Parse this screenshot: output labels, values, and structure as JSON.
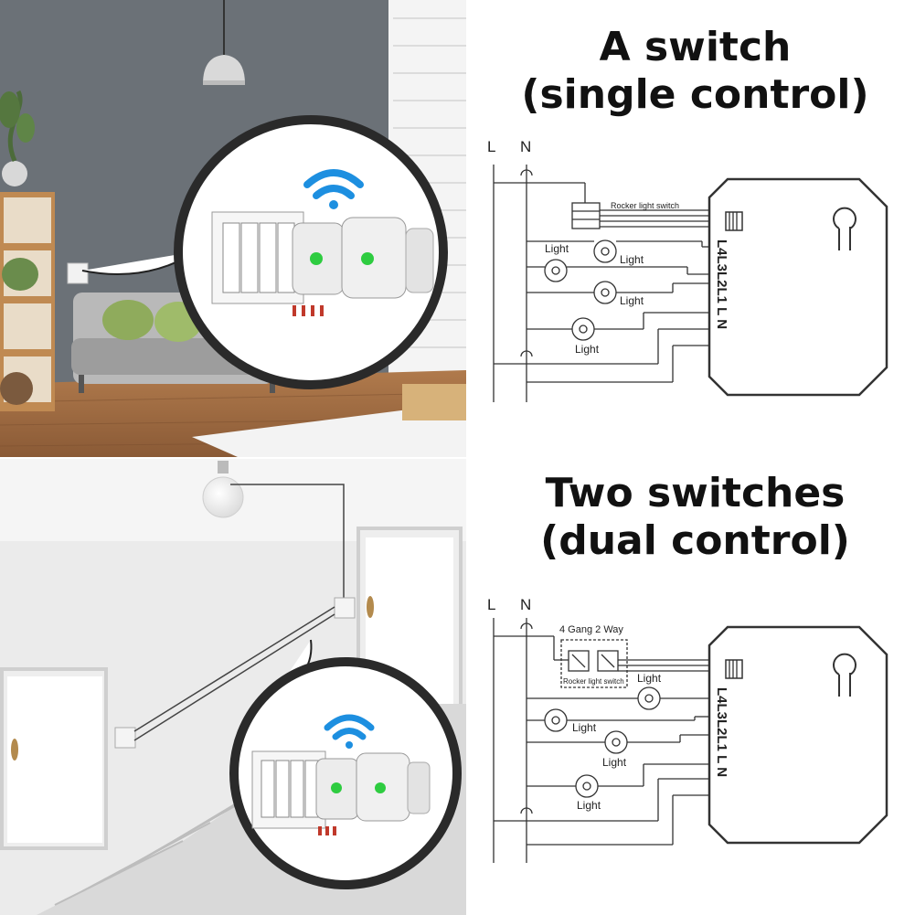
{
  "single": {
    "title_line1": "A switch",
    "title_line2": "(single control)",
    "label_L": "L",
    "label_N": "N",
    "switch_caption": "Rocker light switch",
    "light_label": "Light",
    "terminals": "L4L3L2L1 L N"
  },
  "dual": {
    "title_line1": "Two switches",
    "title_line2": "(dual control)",
    "label_L": "L",
    "label_N": "N",
    "gang_label": "4 Gang 2 Way",
    "switch_caption": "Rocker light switch",
    "light_label": "Light",
    "terminals": "L4L3L2L1 L N"
  },
  "colors": {
    "wall_top": "#6b7177",
    "floor": "#9a6a44",
    "wall_bottom": "#ebebeb",
    "wifi": "#1d8fe0",
    "indicator": "#2ecc40",
    "wire": "#333333"
  },
  "icons": [
    "wifi-icon",
    "light-bulb-icon",
    "pendant-lamp-icon",
    "smart-switch-module-icon",
    "rocker-switch-icon"
  ]
}
